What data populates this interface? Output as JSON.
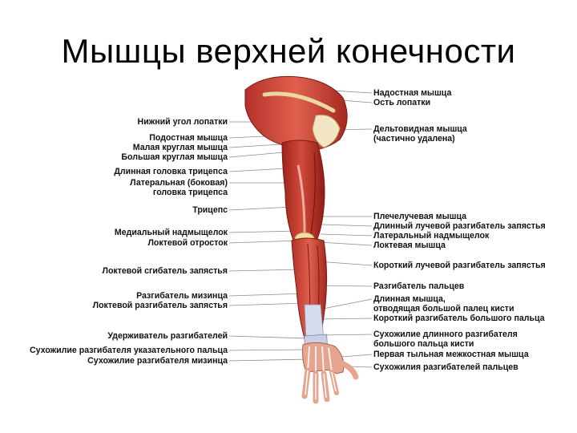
{
  "title": "Мышцы верхней конечности",
  "colors": {
    "muscle": "#c8382b",
    "muscle_dark": "#8e1d16",
    "tendon": "#d7dcec",
    "bone": "#e8d9a0",
    "skin": "#e7a48f",
    "leader": "#8a8a8a"
  },
  "labels_left": [
    {
      "id": "nizhniy-ugol",
      "lines": [
        "Нижний угол лопатки"
      ]
    },
    {
      "id": "podostnaya",
      "lines": [
        "Подостная мышца"
      ]
    },
    {
      "id": "malaya-kruglaya",
      "lines": [
        "Малая круглая мышца"
      ]
    },
    {
      "id": "bolshaya-kruglaya",
      "lines": [
        "Большая круглая мышца"
      ]
    },
    {
      "id": "dlinnaya-golovka",
      "lines": [
        "Длинная головка трицепса"
      ]
    },
    {
      "id": "lateralnaya-golovka",
      "lines": [
        "Латеральная (боковая)",
        "головка трицепса"
      ]
    },
    {
      "id": "triceps",
      "lines": [
        "Трицепс"
      ]
    },
    {
      "id": "medialnyy-nadmyshchelok",
      "lines": [
        "Медиальный надмыщелок"
      ]
    },
    {
      "id": "loktevoy-otrostok",
      "lines": [
        "Локтевой отросток"
      ]
    },
    {
      "id": "loktevoy-sgibatel",
      "lines": [
        "Локтевой сгибатель запястья"
      ]
    },
    {
      "id": "razgibatel-mizintsa",
      "lines": [
        "Разгибатель мизинца"
      ]
    },
    {
      "id": "loktevoy-razgibatel",
      "lines": [
        "Локтевой разгибатель запястья"
      ]
    },
    {
      "id": "uderzhivatel",
      "lines": [
        "Удерживатель разгибателей"
      ]
    },
    {
      "id": "sukhozhilie-ukazatelnogo",
      "lines": [
        "Сухожилие разгибателя указательного пальца"
      ]
    },
    {
      "id": "sukhozhilie-mizintsa",
      "lines": [
        "Сухожилие разгибателя мизинца"
      ]
    }
  ],
  "labels_right": [
    {
      "id": "nadostnaya",
      "lines": [
        "Надостная мышца"
      ]
    },
    {
      "id": "ost-lopatki",
      "lines": [
        "Ость лопатки"
      ]
    },
    {
      "id": "deltovidnaya",
      "lines": [
        "Дельтовидная мышца",
        "(частично удалена)"
      ]
    },
    {
      "id": "plecheluchevaya",
      "lines": [
        "Плечелучевая мышца"
      ]
    },
    {
      "id": "dlinnyy-luchevoy",
      "lines": [
        "Длинный лучевой разгибатель запястья"
      ]
    },
    {
      "id": "lateralnyy-nadmyshchelok",
      "lines": [
        "Латеральный надмыщелок"
      ]
    },
    {
      "id": "loktevaya",
      "lines": [
        "Локтевая мышца"
      ]
    },
    {
      "id": "korotkiy-luchevoy",
      "lines": [
        "Короткий лучевой разгибатель запястья"
      ]
    },
    {
      "id": "razgibatel-paltsev",
      "lines": [
        "Разгибатель пальцев"
      ]
    },
    {
      "id": "dlinnaya-otvodyashchaya",
      "lines": [
        "Длинная мышца,",
        "отводящая большой палец кисти"
      ]
    },
    {
      "id": "korotkiy-razgibatel-bolshogo",
      "lines": [
        "Короткий разгибатель большого пальца"
      ]
    },
    {
      "id": "sukhozhilie-dlinnogo",
      "lines": [
        "Сухожилие длинного разгибателя",
        "большого пальца кисти"
      ]
    },
    {
      "id": "pervaya-tylnaya",
      "lines": [
        "Первая тыльная межкостная мышца"
      ]
    },
    {
      "id": "sukhozhiliya-paltsev",
      "lines": [
        "Сухожилия разгибателей пальцев"
      ]
    }
  ]
}
